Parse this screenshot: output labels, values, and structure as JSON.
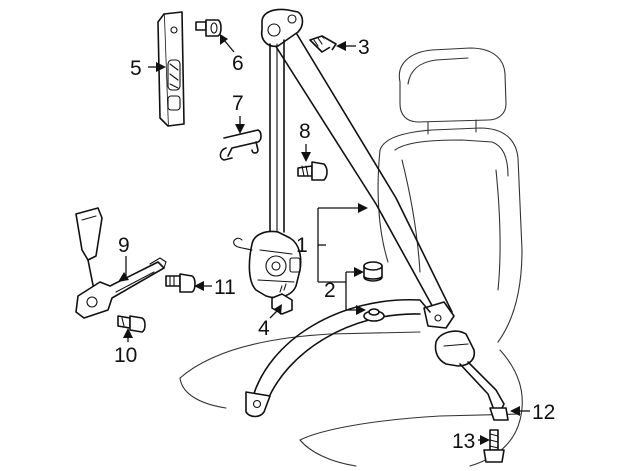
{
  "callouts": [
    {
      "id": "1",
      "text": "1"
    },
    {
      "id": "2",
      "text": "2"
    },
    {
      "id": "3",
      "text": "3"
    },
    {
      "id": "4",
      "text": "4"
    },
    {
      "id": "5",
      "text": "5"
    },
    {
      "id": "6",
      "text": "6"
    },
    {
      "id": "7",
      "text": "7"
    },
    {
      "id": "8",
      "text": "8"
    },
    {
      "id": "9",
      "text": "9"
    },
    {
      "id": "10",
      "text": "10"
    },
    {
      "id": "11",
      "text": "11"
    },
    {
      "id": "12",
      "text": "12"
    },
    {
      "id": "13",
      "text": "13"
    }
  ],
  "colors": {
    "line": "#111111",
    "background": "#ffffff"
  }
}
